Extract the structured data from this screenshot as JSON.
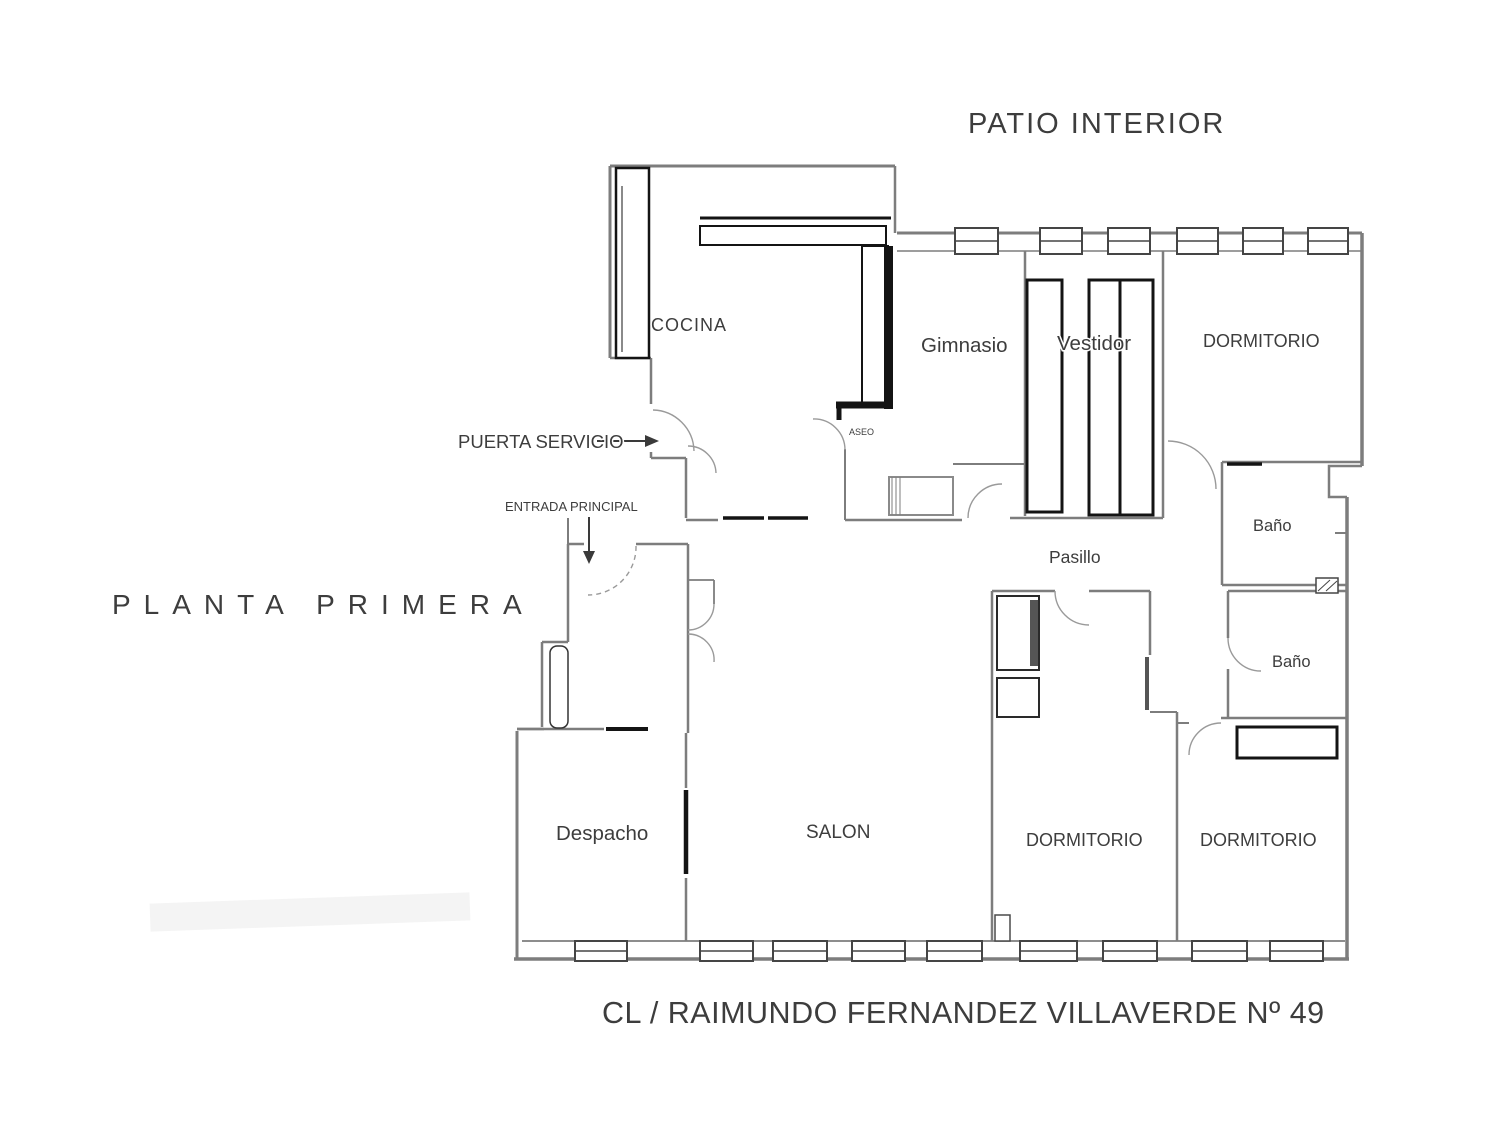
{
  "titles": {
    "patio": "PATIO INTERIOR",
    "floor": "PLANTA PRIMERA",
    "address": "CL / RAIMUNDO FERNANDEZ VILLAVERDE Nº 49"
  },
  "rooms": {
    "cocina": "COCINA",
    "gimnasio": "Gimnasio",
    "vestidor": "Vestidor",
    "dormitorio_top": "DORMITORIO",
    "bano_upper": "Baño",
    "bano_lower": "Baño",
    "pasillo": "Pasillo",
    "aseo": "ASEO",
    "despacho": "Despacho",
    "salon": "SALON",
    "dormitorio_bottom_left": "DORMITORIO",
    "dormitorio_bottom_right": "DORMITORIO"
  },
  "annotations": {
    "puerta_servicio": "PUERTA SERVICIO",
    "entrada_principal": "ENTRADA PRINCIPAL"
  },
  "colors": {
    "wall": "#7d7d7d",
    "furniture": "#141414",
    "label": "#3d3d3d",
    "background": "#ffffff"
  }
}
